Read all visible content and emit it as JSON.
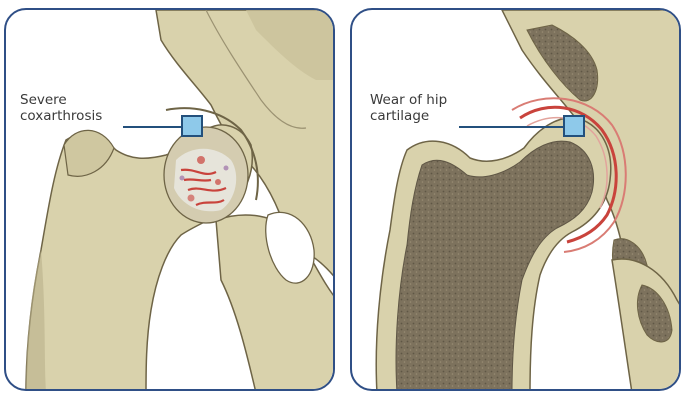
{
  "panels": [
    {
      "label_line1": "Severe",
      "label_line2": "coxarthrosis"
    },
    {
      "label_line1": "Wear of hip",
      "label_line2": "cartilage"
    }
  ],
  "colors": {
    "frame_border": "#2f4f86",
    "bone_fill": "#d9d2ac",
    "bone_shadow": "#b9b08a",
    "bone_outline": "#6e6446",
    "marrow": "#7d725d",
    "cartilage": "#c9433c",
    "marker_fill": "#8ec9ea",
    "marker_border": "#23507c"
  }
}
